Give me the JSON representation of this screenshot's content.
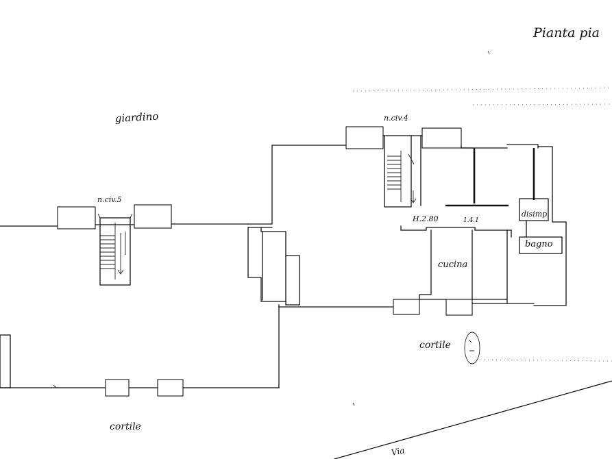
{
  "drawing": {
    "title": "Pianta pia",
    "labels": {
      "garden": "giardino",
      "stair_5": "n.civ.5",
      "stair_4": "n.civ.4",
      "height": "H.2.80",
      "mark": "1.4.1",
      "room_kitchen": "cucina",
      "room_wc": "disimp.",
      "room_bath": "bagno",
      "courtyard_right": "cortile",
      "courtyard_bottom": "cortile",
      "street": "Via"
    }
  }
}
